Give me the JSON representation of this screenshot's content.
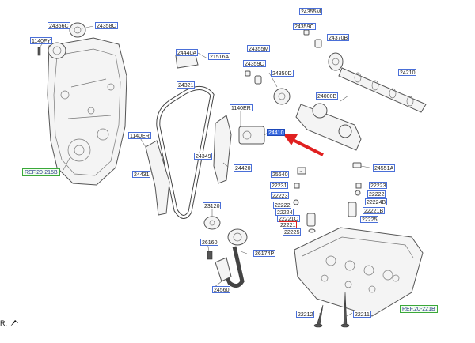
{
  "labels": {
    "p24355M_top": "24355M",
    "p24359C_top": "24359C",
    "p24370B": "24370B",
    "p24356C": "24356C",
    "p24358C": "24358C",
    "p1140FY": "1140FY",
    "p24440A": "24440A",
    "p21516A": "21516A",
    "p24355M_mid": "24355M",
    "p24359C_mid": "24359C",
    "p24350D": "24350D",
    "p24210": "24210",
    "p24321": "24321",
    "p24000B": "24000B",
    "p1140ER_mid": "1140ER",
    "p24410": "24410",
    "p1140ER_left": "1140ER",
    "p24349": "24349",
    "p24420": "24420",
    "p24431": "24431",
    "p24551A": "24551A",
    "p25640": "25640",
    "p22231_l": "22231",
    "p22223_r1": "22223",
    "p22223_l": "22223",
    "p22222_r": "22222",
    "p22224B": "22224B",
    "p22222_l": "22222",
    "p22221B": "22221B",
    "p23120": "23120",
    "p22224": "22224",
    "p22225_r": "22225",
    "p22221C": "22221C",
    "p22221": "22221",
    "p22225_l": "22225",
    "p26160": "26160",
    "p26174P": "26174P",
    "p24560": "24560",
    "p22212": "22212",
    "p22211": "22211"
  },
  "references": {
    "ref_left": "REF.20-215B",
    "ref_right": "REF.20-221B"
  },
  "corner_text": "R.",
  "highlight_part": "24410",
  "colors": {
    "label_border": "#4a6fd8",
    "highlight_fill": "#3a6be0",
    "arrow": "#e02020",
    "ref_border": "#3aa83a"
  }
}
